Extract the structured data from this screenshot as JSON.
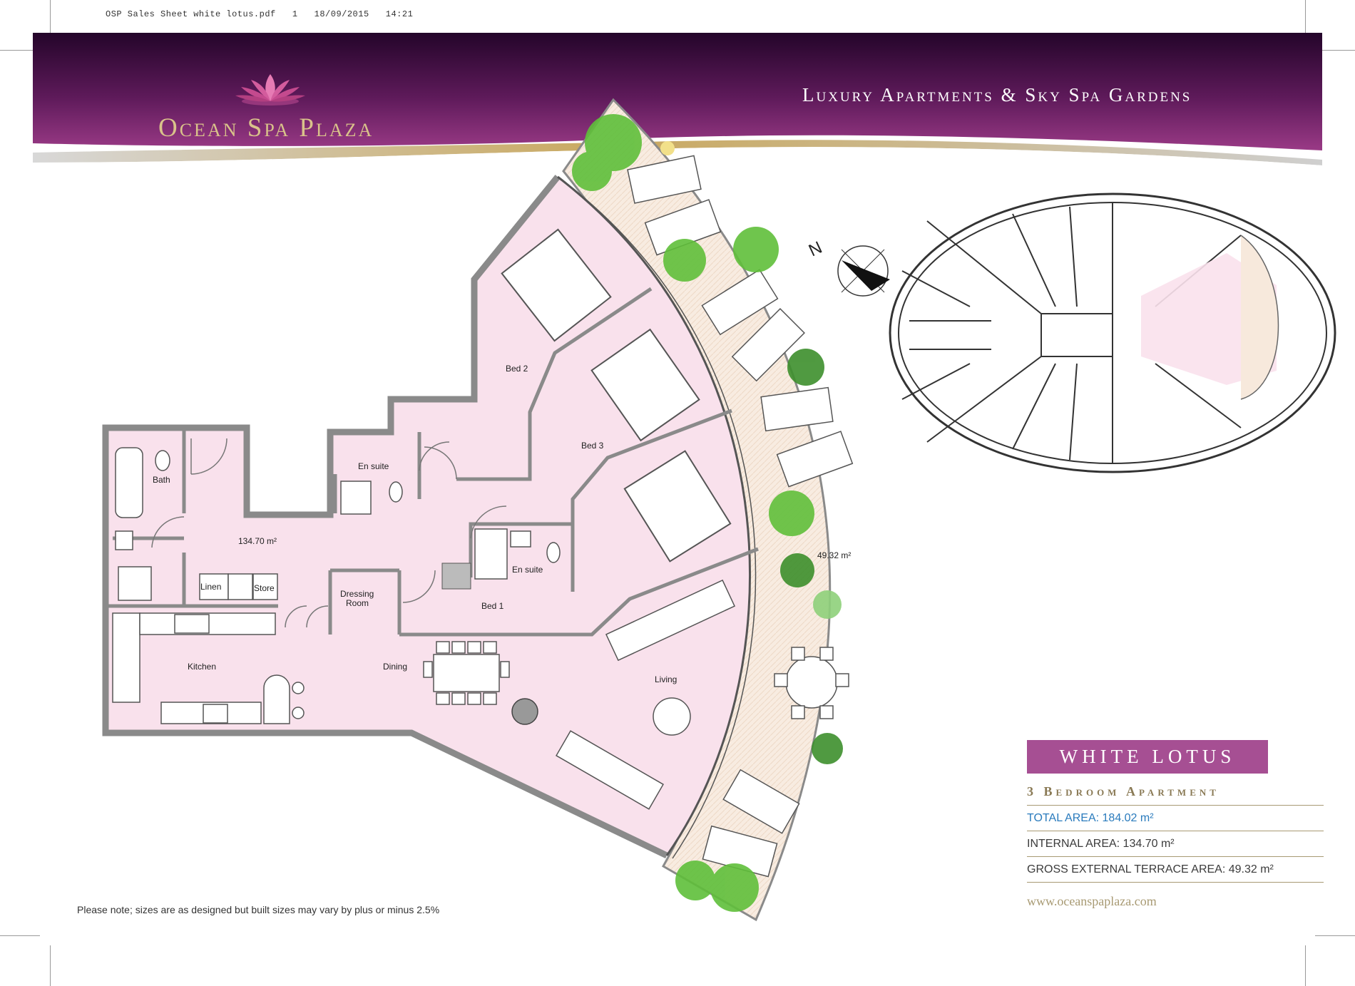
{
  "print_header": "OSP Sales Sheet white lotus.pdf   1   18/09/2015   14:21",
  "brand": {
    "name": "Ocean Spa Plaza",
    "tagline": "Luxury Apartments & Sky Spa Gardens"
  },
  "colors": {
    "banner_purple": "#3a0a3c",
    "banner_magenta": "#8b2f78",
    "gold": "#c9a85e",
    "floor_pink": "#f9e1ec",
    "terrace": "#f7e9dc",
    "wall": "#8a8a8a"
  },
  "rooms": {
    "bed2": "Bed 2",
    "bed3": "Bed 3",
    "bed1": "Bed 1",
    "bath": "Bath",
    "en_suite_1": "En suite",
    "en_suite_2": "En suite",
    "internal_area": "134.70 m²",
    "terrace_area": "49.32 m²",
    "linen": "Linen",
    "store": "Store",
    "dressing_1": "Dressing",
    "dressing_2": "Room",
    "kitchen": "Kitchen",
    "dining": "Dining",
    "living": "Living"
  },
  "compass": "N",
  "apartment": {
    "name": "WHITE LOTUS",
    "subtitle": "3 Bedroom Apartment",
    "total_area": "TOTAL AREA: 184.02 m²",
    "internal_area": "INTERNAL AREA: 134.70 m²",
    "terrace_area": "GROSS EXTERNAL TERRACE AREA: 49.32 m²",
    "website": "www.oceanspaplaza.com"
  },
  "note": "Please note; sizes are as designed but built sizes may vary by plus or minus 2.5%"
}
